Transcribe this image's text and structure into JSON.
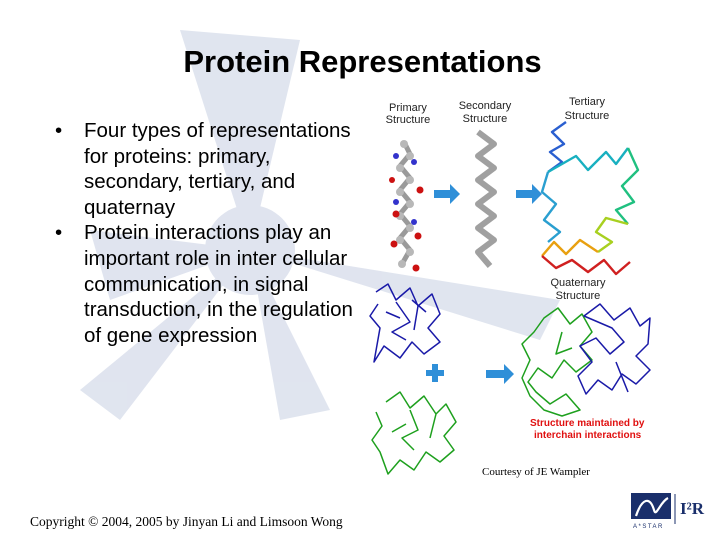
{
  "slide": {
    "title": "Protein Representations",
    "bullets": [
      {
        "marker": "•",
        "text": "Four types of representations for proteins: primary, secondary, tertiary, and quaternay"
      },
      {
        "marker": "•",
        "text": "Protein interactions play an important role in inter cellular communication, in signal transduction, in the regulation of gene expression"
      }
    ],
    "figure": {
      "labels": {
        "primary": [
          "Primary",
          "Structure"
        ],
        "secondary": [
          "Secondary",
          "Structure"
        ],
        "tertiary": [
          "Tertiary",
          "Structure"
        ],
        "quaternary": [
          "Quaternary",
          "Structure"
        ],
        "maintained": [
          "Structure maintained by",
          "interchain interactions"
        ]
      },
      "colors": {
        "arrow": "#2f8fd8",
        "note": "#e01010",
        "chain_blue": "#1a1aa8",
        "chain_green": "#1ea01e"
      }
    },
    "courtesy": "Courtesy of JE Wampler",
    "copyright": "Copyright © 2004, 2005 by Jinyan Li and Limsoon Wong",
    "logo": {
      "text": "I²R",
      "subtext": "A*STAR",
      "color": "#1a2f6b"
    }
  }
}
